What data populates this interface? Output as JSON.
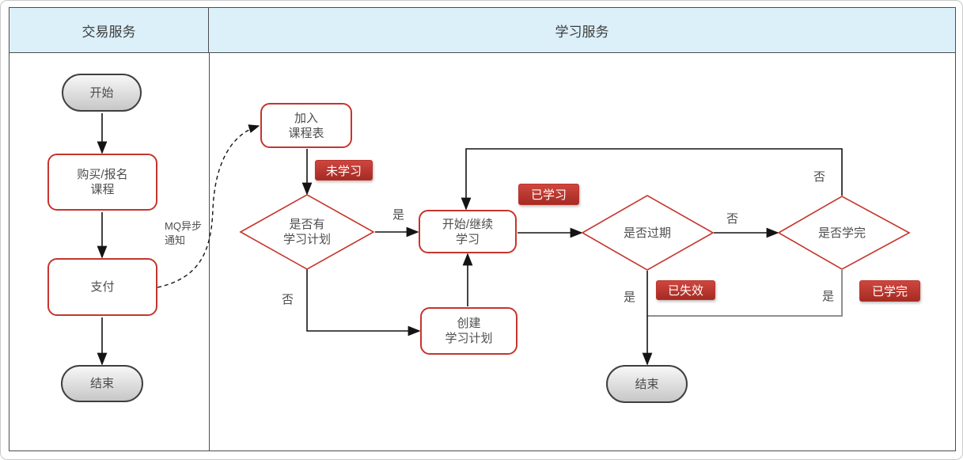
{
  "lanes": {
    "transaction": {
      "title": "交易服务"
    },
    "learning": {
      "title": "学习服务"
    }
  },
  "nodes": {
    "start": "开始",
    "buy_course": "购买/报名\n课程",
    "pay": "支付",
    "end_left": "结束",
    "join_schedule": "加入\n课程表",
    "has_plan_q": "是否有\n学习计划",
    "start_continue_learn": "开始/继续\n学习",
    "create_plan": "创建\n学习计划",
    "expired_q": "是否过期",
    "finished_q": "是否学完",
    "end_right": "结束"
  },
  "badges": {
    "not_learned": "未学习",
    "learned": "已学习",
    "invalid": "已失效",
    "finished": "已学完"
  },
  "edge_labels": {
    "yes_has_plan": "是",
    "no_has_plan": "否",
    "no_expired": "否",
    "yes_expired": "是",
    "no_finished": "否",
    "yes_finished": "是",
    "mq_notify": "MQ异步\n通知"
  },
  "colors": {
    "header_bg": "#dcf0fa",
    "frame": "#4d4d4d",
    "shape_red": "#c5352d",
    "badge_red": "#b9352d",
    "line_black": "#141414",
    "line_gray": "#8f8f8f",
    "oval_fill": "#d9d9d9"
  }
}
